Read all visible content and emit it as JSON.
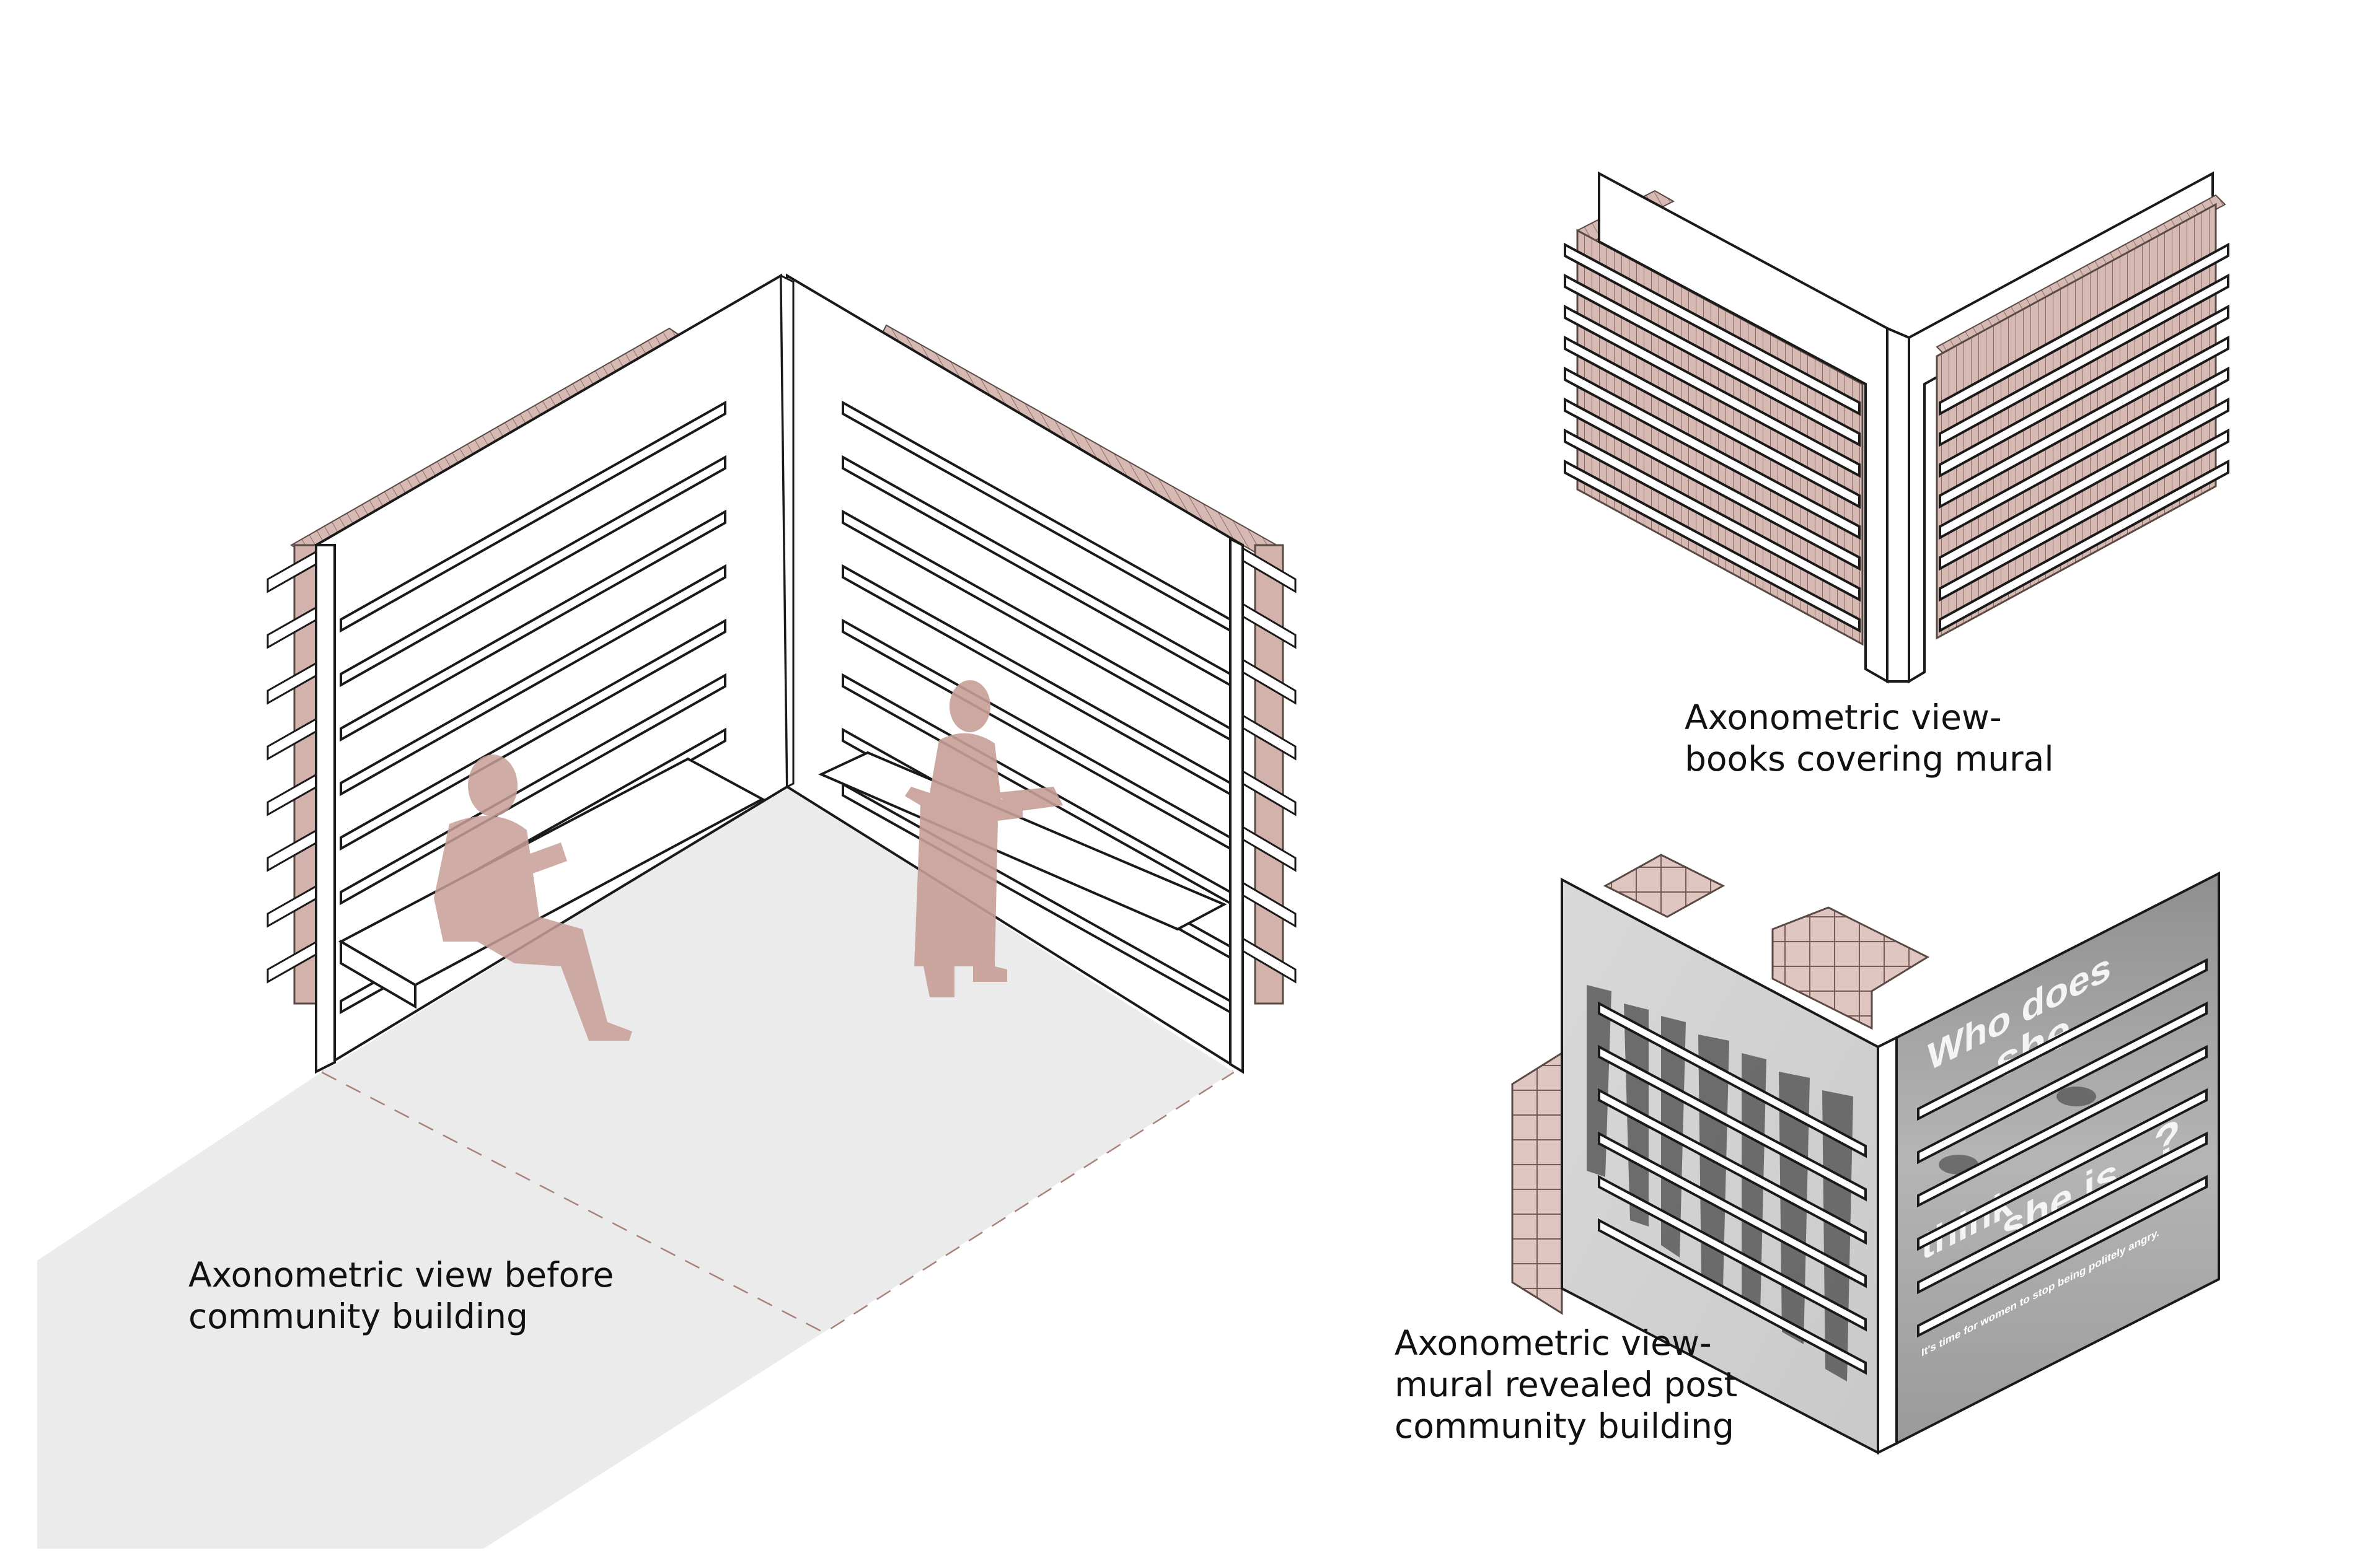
{
  "captions": {
    "before": [
      "Axonometric view before",
      "community building"
    ],
    "books": [
      "Axonometric view-",
      "books covering mural"
    ],
    "mural": [
      "Axonometric view-",
      "mural revealed post",
      "community building"
    ]
  },
  "mural_poster": {
    "words": [
      "Who does",
      "she",
      "think",
      "she is",
      "?"
    ],
    "tagline": "It's time for women to stop being politely angry."
  },
  "colors": {
    "books": "#d3b2ac",
    "figures": "#c79f97",
    "floor": "#ebebeb",
    "floor_outline": "#a98279",
    "outline": "#1a1a1a"
  }
}
